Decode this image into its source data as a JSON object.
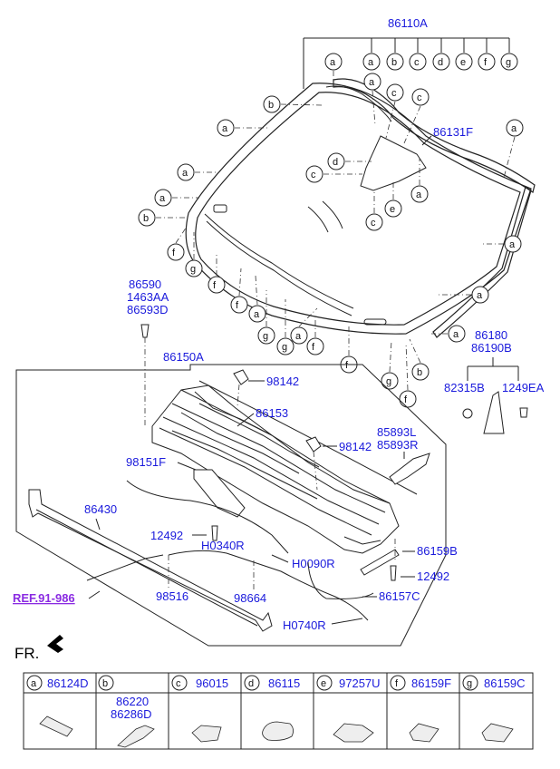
{
  "parts": {
    "p86110A": "86110A",
    "p86131F": "86131F",
    "p86590": "86590",
    "p1463AA": "1463AA",
    "p86593D": "86593D",
    "p86150A": "86150A",
    "p98142a": "98142",
    "p98142b": "98142",
    "p86153": "86153",
    "p85893L": "85893L",
    "p85893R": "85893R",
    "p98151F": "98151F",
    "p86430": "86430",
    "p12492a": "12492",
    "p12492b": "12492",
    "pH0340R": "H0340R",
    "pH0090R": "H0090R",
    "p86159B": "86159B",
    "p98516": "98516",
    "p98664": "98664",
    "p86157C": "86157C",
    "pH0740R": "H0740R",
    "p86180": "86180",
    "p86190B": "86190B",
    "p82315B": "82315B",
    "p1249EA": "1249EA"
  },
  "ref_label": "REF.91-986",
  "front_label": "FR.",
  "legend": [
    {
      "letter": "a",
      "parts": [
        "86124D"
      ]
    },
    {
      "letter": "b",
      "parts": [
        "86220",
        "86286D"
      ]
    },
    {
      "letter": "c",
      "parts": [
        "96015"
      ]
    },
    {
      "letter": "d",
      "parts": [
        "86115"
      ]
    },
    {
      "letter": "e",
      "parts": [
        "97257U"
      ]
    },
    {
      "letter": "f",
      "parts": [
        "86159F"
      ]
    },
    {
      "letter": "g",
      "parts": [
        "86159C"
      ]
    }
  ]
}
